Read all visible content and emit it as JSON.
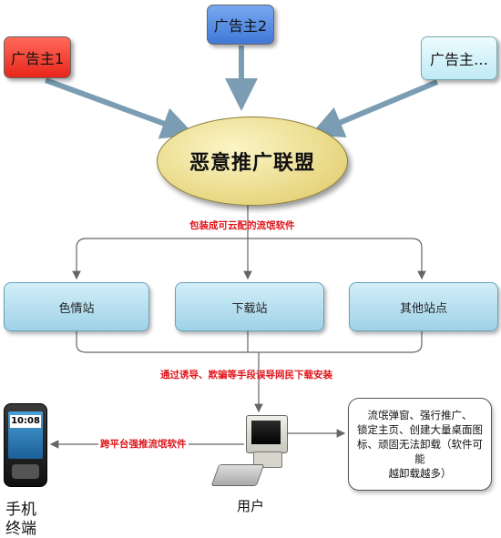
{
  "advertisers": [
    "广告主1",
    "广告主2",
    "广告主…"
  ],
  "alliance": "恶意推广联盟",
  "label_package": "包装成可云配的流氓软件",
  "sites": [
    "色情站",
    "下载站",
    "其他站点"
  ],
  "label_induce": "通过诱导、欺骗等手段误导网民下载安装",
  "label_crossplatform": "跨平台强推流氓软件",
  "phone_time": "10:08",
  "phone_label": [
    "手机",
    "终端"
  ],
  "user_label": "用户",
  "note_lines": [
    "流氓弹窗、强行推广、",
    "锁定主页、创建大量桌面图",
    "标、顽固无法卸载（软件可能",
    "越卸载越多）"
  ],
  "colors": {
    "red_label": "#e0151b",
    "arrow": "#7b9db3"
  }
}
